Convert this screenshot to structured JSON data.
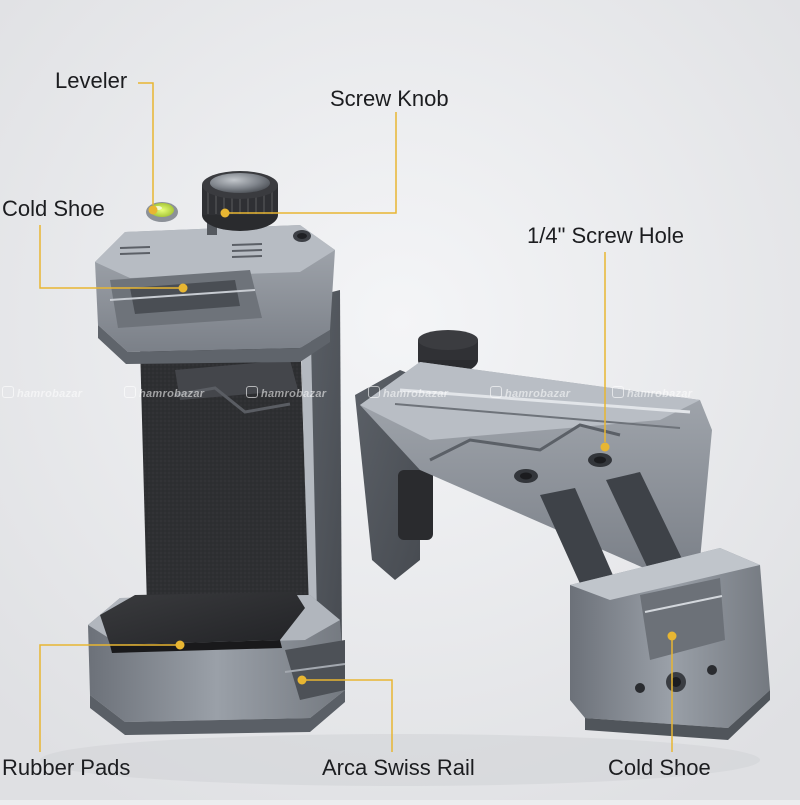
{
  "image": {
    "background_color": "#ecedef",
    "callout_color": "#e8b632",
    "metal_color": "#8a8f97",
    "rubber_color": "#2b2c2f"
  },
  "callouts": {
    "leveler": "Leveler",
    "screw_knob": "Screw Knob",
    "cold_shoe_top": "Cold Shoe",
    "screw_hole": "1/4\" Screw Hole",
    "rubber_pads": "Rubber Pads",
    "arca_swiss_rail": "Arca Swiss Rail",
    "cold_shoe_bottom": "Cold Shoe"
  },
  "watermark": {
    "text": "hamrobazar",
    "repeat": 6,
    "icon": "camera-icon"
  }
}
